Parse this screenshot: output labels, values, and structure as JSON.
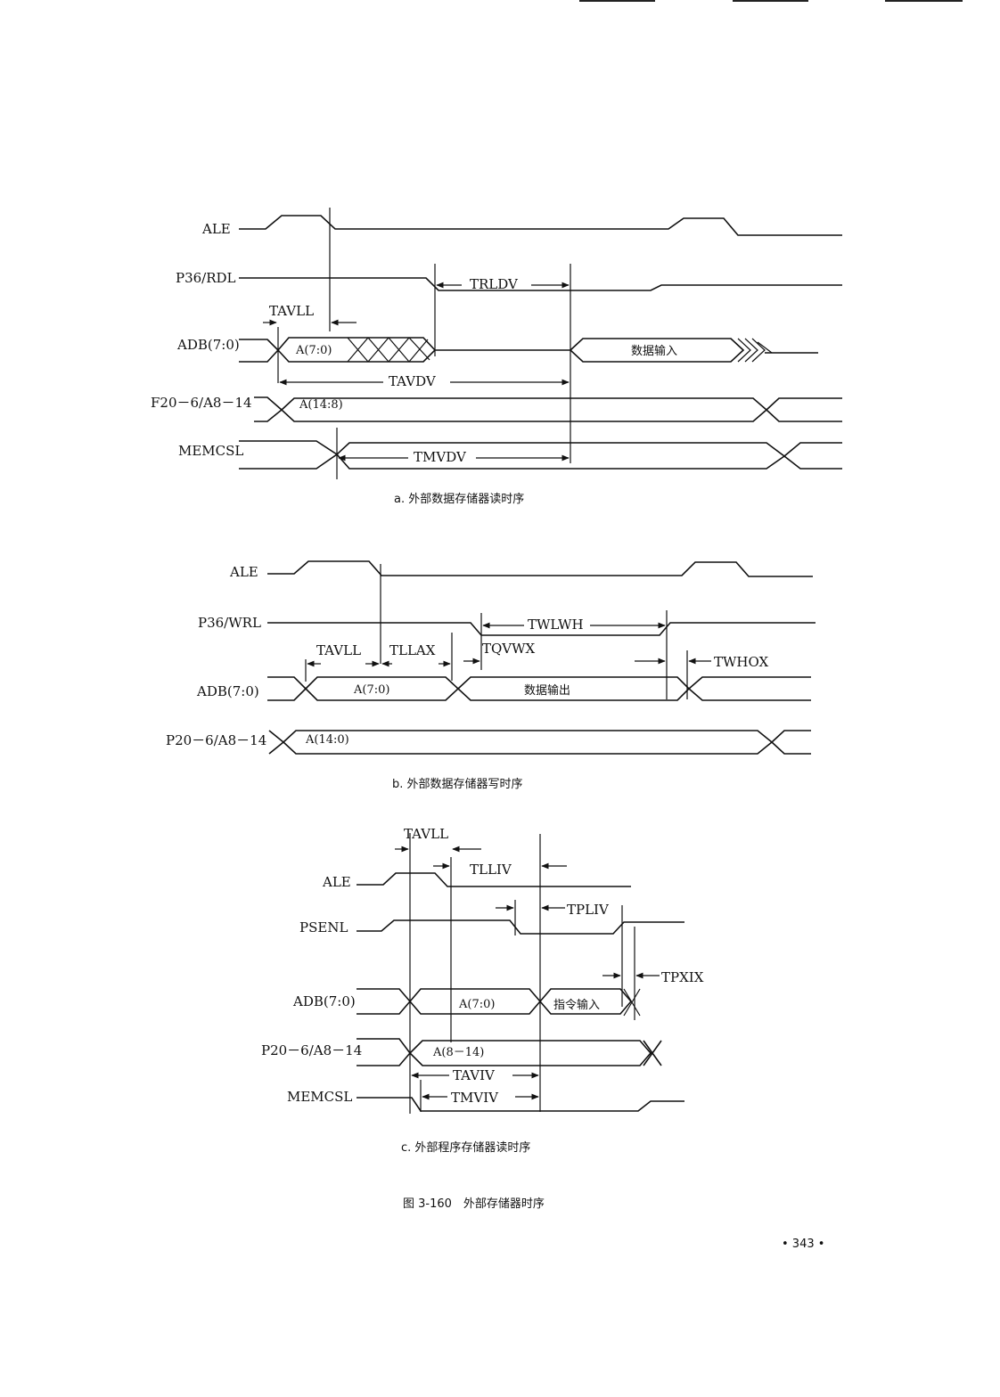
{
  "diagram_a": {
    "caption": "a. 外部数据存储器读时序",
    "signals": [
      "ALE",
      "P36/RDL",
      "ADB(7:0)",
      "F20－6/A8－14",
      "MEMCSL"
    ],
    "bus_labels": [
      "A(7:0)",
      "数据输入",
      "A(14:8)"
    ],
    "timings": [
      "TAVLL",
      "TRLDV",
      "TAVDV",
      "TMVDV"
    ]
  },
  "diagram_b": {
    "caption": "b. 外部数据存储器写时序",
    "signals": [
      "ALE",
      "P36/WRL",
      "ADB(7:0)",
      "P20－6/A8－14"
    ],
    "bus_labels": [
      "A(7:0)",
      "数据输出",
      "A(14:0)"
    ],
    "timings": [
      "TAVLL",
      "TLLAX",
      "TWLWH",
      "TQVWX",
      "TWHOX"
    ]
  },
  "diagram_c": {
    "caption": "c. 外部程序存储器读时序",
    "signals": [
      "ALE",
      "PSENL",
      "ADB(7:0)",
      "P20－6/A8－14",
      "MEMCSL"
    ],
    "bus_labels": [
      "A(7:0)",
      "指令输入",
      "A(8－14)"
    ],
    "timings": [
      "TAVLL",
      "TLLIV",
      "TPLIV",
      "TPXIX",
      "TAVIV",
      "TMVIV"
    ]
  },
  "figure_caption": "图 3-160　外部存储器时序",
  "page_number": "• 343 •"
}
